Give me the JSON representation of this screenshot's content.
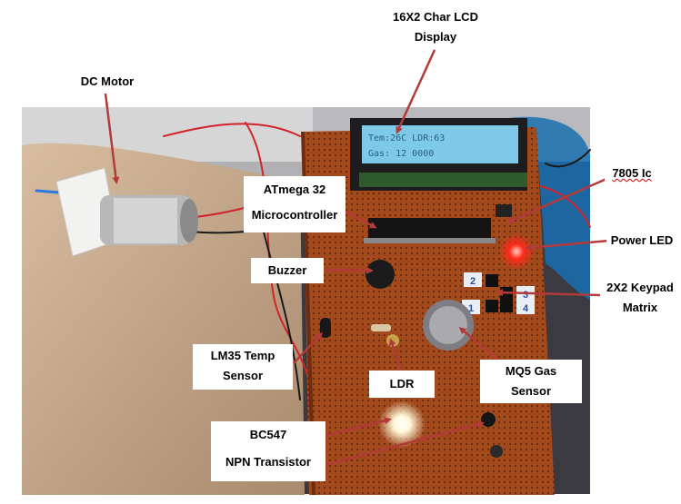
{
  "photo": {
    "subject": "circuit-board-photo",
    "colors": {
      "board": "#a34a1c",
      "board_dark": "#6e2c10",
      "background": "#2a2a2e",
      "cloth": "#c9a98a",
      "lcd": "#7ec9e8",
      "wire_red": "#d1232a",
      "arrow": "#b33a3a"
    }
  },
  "labels": {
    "lcd": {
      "line1": "16X2  Char LCD",
      "line2": "Display"
    },
    "motor": {
      "line1": "DC Motor"
    },
    "reg": {
      "line1": "7805 Ic"
    },
    "mcu": {
      "line1": "ATmega 32",
      "line2": "Microcontroller"
    },
    "led": {
      "line1": "Power LED"
    },
    "buzzer": {
      "line1": "Buzzer"
    },
    "keypad": {
      "line1": "2X2 Keypad",
      "line2": "Matrix"
    },
    "lm35": {
      "line1": "LM35 Temp",
      "line2": "Sensor"
    },
    "mq5": {
      "line1": "MQ5 Gas",
      "line2": "Sensor"
    },
    "ldr": {
      "line1": "LDR"
    },
    "bc547": {
      "line1": "BC547",
      "line2": "NPN Transistor"
    }
  },
  "keypad_keys": [
    "2",
    "3",
    "1",
    "4"
  ],
  "lcd_text": {
    "row1": "Tem:26C LDR:63",
    "row2": "Gas:  12  0000"
  }
}
